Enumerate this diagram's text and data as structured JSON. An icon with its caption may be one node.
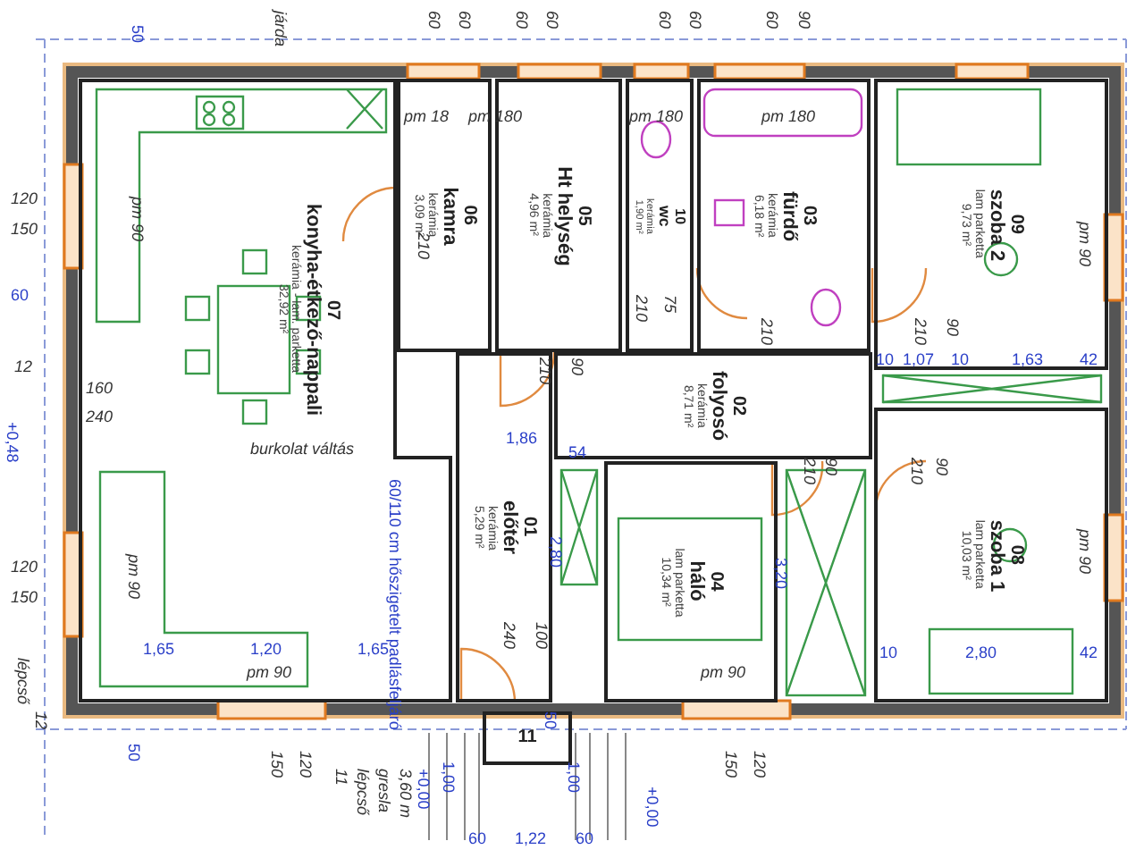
{
  "diagram": {
    "nodes": [
      {
        "text": [
          "07",
          "konyha-étkező-nappali",
          "kerámia - lam. parketta",
          "32,92 m²"
        ]
      },
      {
        "text": [
          "06",
          "kamra",
          "kerámia",
          "3,09 m²"
        ]
      },
      {
        "text": [
          "05",
          "Ht helység",
          "kerámia",
          "4,96 m²"
        ]
      },
      {
        "text": [
          "10",
          "wc",
          "kerámia",
          "1,90 m²"
        ]
      },
      {
        "text": [
          "03",
          "fürdő",
          "kerámia",
          "6,18 m²"
        ]
      },
      {
        "text": [
          "09",
          "szoba 2",
          "lam parketta",
          "9,73 m²"
        ]
      },
      {
        "text": [
          "02",
          "folyosó",
          "kerámia",
          "8,71 m²"
        ]
      },
      {
        "text": [
          "01",
          "előtér",
          "kerámia",
          "5,29 m²"
        ]
      },
      {
        "text": [
          "04",
          "háló",
          "lam parketta",
          "10,34 m²"
        ]
      },
      {
        "text": [
          "08",
          "szoba 1",
          "lam parketta",
          "10,03 m²"
        ]
      },
      {
        "text": [
          "11"
        ]
      }
    ],
    "labels": [
      "járda",
      "50",
      "60",
      "60",
      "60",
      "60",
      "60",
      "60",
      "60",
      "90",
      "120",
      "150",
      "60",
      "12",
      "160",
      "240",
      "+0,48",
      "120",
      "150",
      "12",
      "lépcső",
      "50",
      "pm 90",
      "pm 18",
      "pm 180",
      "pm 180",
      "pm 180",
      "pm 90",
      "210",
      "210",
      "90",
      "210",
      "75",
      "210",
      "210",
      "90",
      "10",
      "1,07",
      "10",
      "1,63",
      "42",
      "burkolat váltás",
      "60/110 cm hőszigetelt padlásfeljáró",
      "1,86",
      "54",
      "2,80",
      "240",
      "100",
      "210",
      "90",
      "210",
      "90",
      "3,20",
      "pm 90",
      "10",
      "2,80",
      "42",
      "pm 90",
      "1,65",
      "1,20",
      "1,65",
      "pm 90",
      "pm 90",
      "50",
      "150",
      "120",
      "+0,00",
      "1,00",
      "1,00",
      "+0,00",
      "60",
      "1,22",
      "60",
      "150",
      "120",
      "11",
      "lépcső",
      "gresla",
      "3,60 m"
    ]
  }
}
